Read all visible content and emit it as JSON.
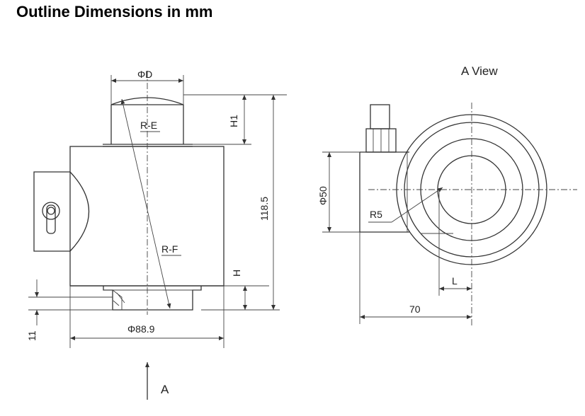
{
  "title": "Outline Dimensions in mm",
  "labels": {
    "phi_d": "ΦD",
    "h1": "H1",
    "re": "R-E",
    "height": "118.5",
    "rf": "R-F",
    "h": "H",
    "dia": "Φ88.9",
    "eleven": "11",
    "a": "A",
    "a_view": "A View",
    "phi50": "Φ50",
    "r5": "R5",
    "l": "L",
    "seventy": "70"
  }
}
